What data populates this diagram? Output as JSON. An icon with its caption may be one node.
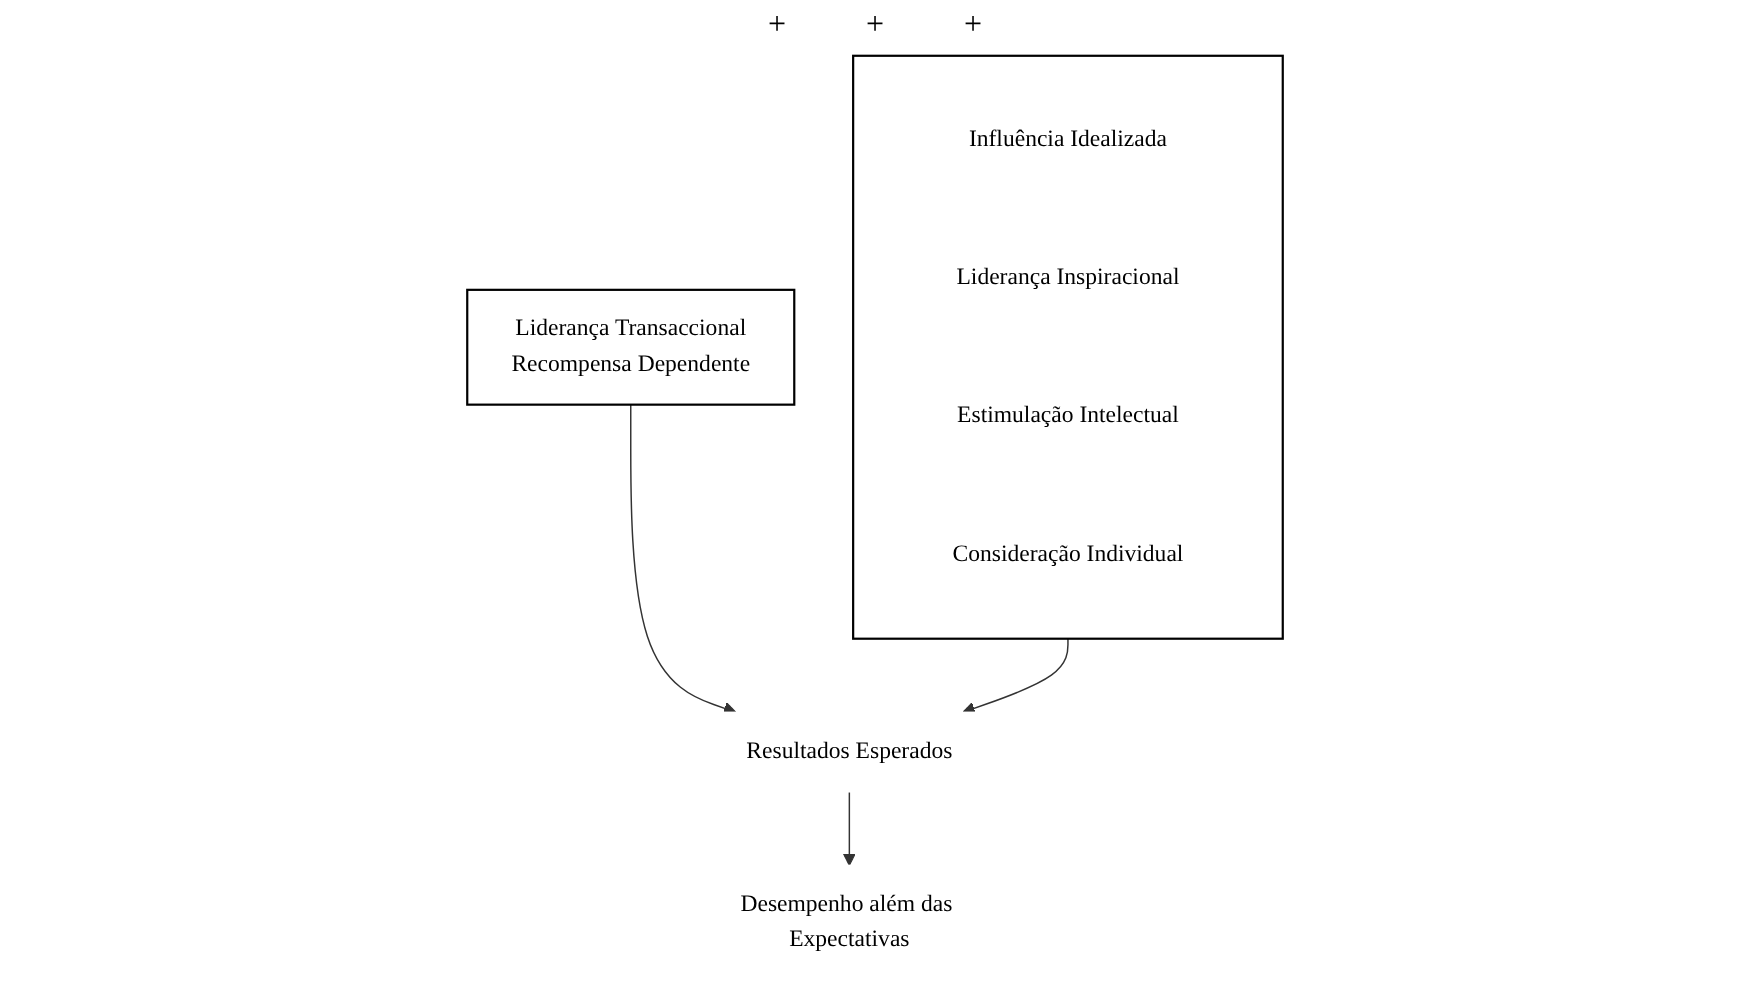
{
  "diagram": {
    "nodes": [
      {
        "text": [],
        "shape": "box"
      },
      {
        "text": [
          "Influência Idealizada"
        ],
        "in": 0
      },
      {
        "text": [
          "Liderança Inspiracional"
        ],
        "in": 0
      },
      {
        "text": [
          "Estimulação Intelectual"
        ],
        "in": 0
      },
      {
        "text": [
          "Consideração Individual"
        ],
        "in": 0
      },
      {
        "text": [
          "Liderança Transaccional",
          "Recompensa Dependente"
        ]
      },
      {
        "text": [
          "Resultados Esperados"
        ]
      },
      {
        "text": [
          "Desempenho além das Expectativas"
        ]
      }
    ],
    "edges": [
      {
        "from": 0,
        "to": 6,
        "arrow": "to"
      },
      {
        "from": 5,
        "to": 6,
        "arrow": "to"
      },
      {
        "from": 6,
        "to": 7,
        "arrow": "to"
      }
    ],
    "labels": [
      "+",
      "+",
      "+"
    ]
  }
}
